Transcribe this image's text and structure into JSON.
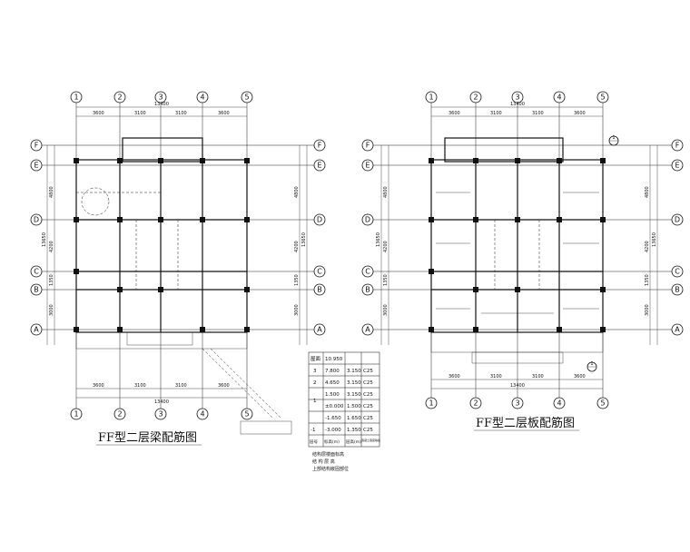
{
  "left_plan": {
    "title": "FF型二层梁配筋图",
    "axis_top": [
      "1",
      "2",
      "3",
      "4",
      "5"
    ],
    "axis_bottom": [
      "1",
      "2",
      "3",
      "4",
      "5"
    ],
    "axis_left": [
      "F",
      "E",
      "D",
      "C",
      "B",
      "A"
    ],
    "axis_right": [
      "F",
      "E",
      "D",
      "C",
      "B",
      "A"
    ],
    "dims_top": [
      "3600",
      "3100",
      "3100",
      "3600"
    ],
    "dim_top_total": "13400",
    "dims_bottom": [
      "3600",
      "3100",
      "3100",
      "3600"
    ],
    "dim_bottom_total": "13400",
    "dims_left": [
      "4800",
      "4200",
      "1350",
      "3000"
    ],
    "dim_left_total": "13650",
    "dims_right": [
      "4800",
      "4200",
      "1350",
      "3000"
    ],
    "dim_right_total": "13650"
  },
  "right_plan": {
    "title": "FF型二层板配筋图",
    "axis_top": [
      "1",
      "2",
      "3",
      "4",
      "5"
    ],
    "axis_bottom": [
      "1",
      "2",
      "3",
      "4",
      "5"
    ],
    "axis_left": [
      "F",
      "E",
      "D",
      "C",
      "B",
      "A"
    ],
    "axis_right": [
      "F",
      "E",
      "D",
      "C",
      "B",
      "A"
    ],
    "dims_top": [
      "3600",
      "3100",
      "3100",
      "3600"
    ],
    "dim_top_total": "13400",
    "dims_bottom": [
      "3600",
      "3100",
      "3100",
      "3600"
    ],
    "dim_bottom_total": "13400",
    "dims_left": [
      "4800",
      "4200",
      "1350",
      "3000"
    ],
    "dim_left_total": "13650",
    "dims_right": [
      "4800",
      "4200",
      "1350",
      "3000"
    ],
    "dim_right_total": "13650",
    "section_marker": "1"
  },
  "floor_table": {
    "rows": [
      [
        "屋面",
        "10.950",
        "",
        ""
      ],
      [
        "3",
        "7.800",
        "3.150",
        "C25"
      ],
      [
        "2",
        "4.650",
        "3.150",
        "C25"
      ],
      [
        "1",
        "1.500",
        "3.150",
        "C25"
      ],
      [
        "",
        "±0.000",
        "1.500",
        "C25"
      ],
      [
        "",
        "-1.650",
        "1.650",
        "C25"
      ],
      [
        "-1",
        "-3.000",
        "1.350",
        "C25"
      ],
      [
        "层号",
        "标高(m)",
        "层高(m)",
        "混凝土强度等级"
      ]
    ],
    "notes": [
      "结构层楼面标高",
      "结 构 层 高",
      "上部结构嵌固部位"
    ]
  }
}
